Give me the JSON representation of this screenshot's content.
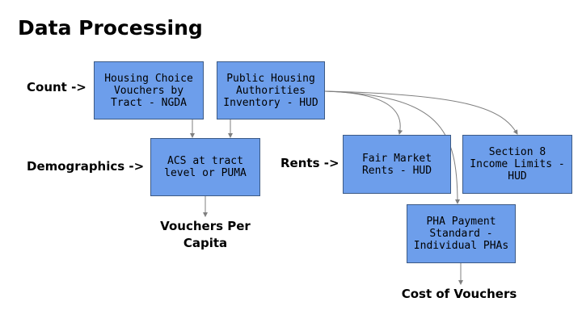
{
  "title": "Data Processing",
  "row_labels": {
    "count": "Count ->",
    "demographics": "Demographics ->",
    "rents": "Rents ->"
  },
  "boxes": {
    "housing_choice": "Housing Choice Vouchers by Tract - NGDA",
    "pha_inventory": "Public Housing Authorities Inventory - HUD",
    "acs": "ACS at tract level or PUMA",
    "fair_market_rents": "Fair Market Rents - HUD",
    "section8": "Section 8 Income Limits - HUD",
    "pha_payment": "PHA Payment Standard - Individual PHAs"
  },
  "outputs": {
    "vouchers_per_capita": "Vouchers Per Capita",
    "cost_of_vouchers": "Cost of Vouchers"
  },
  "colors": {
    "box_fill": "#6d9eeb",
    "box_border": "#3c5a85",
    "connector": "#7f7f7f"
  }
}
